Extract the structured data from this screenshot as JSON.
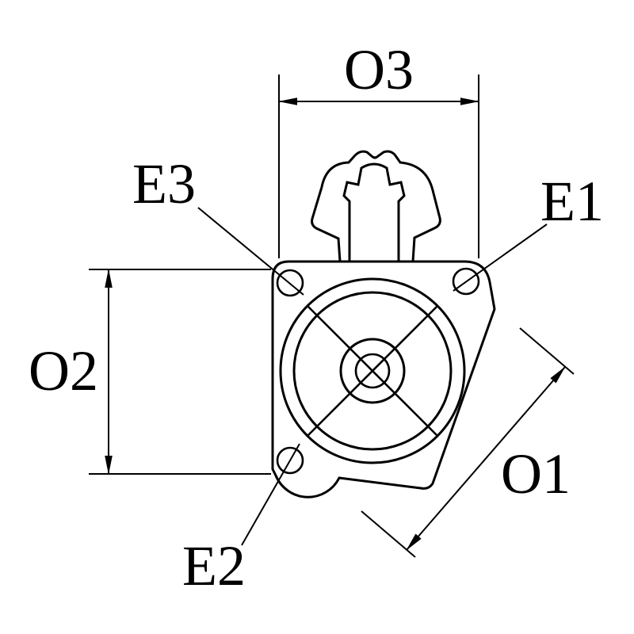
{
  "diagram": {
    "background_color": "#ffffff",
    "line_color": "#000000",
    "labels": {
      "o1": "O1",
      "o2": "O2",
      "o3": "O3",
      "e1": "E1",
      "e2": "E2",
      "e3": "E3"
    }
  }
}
